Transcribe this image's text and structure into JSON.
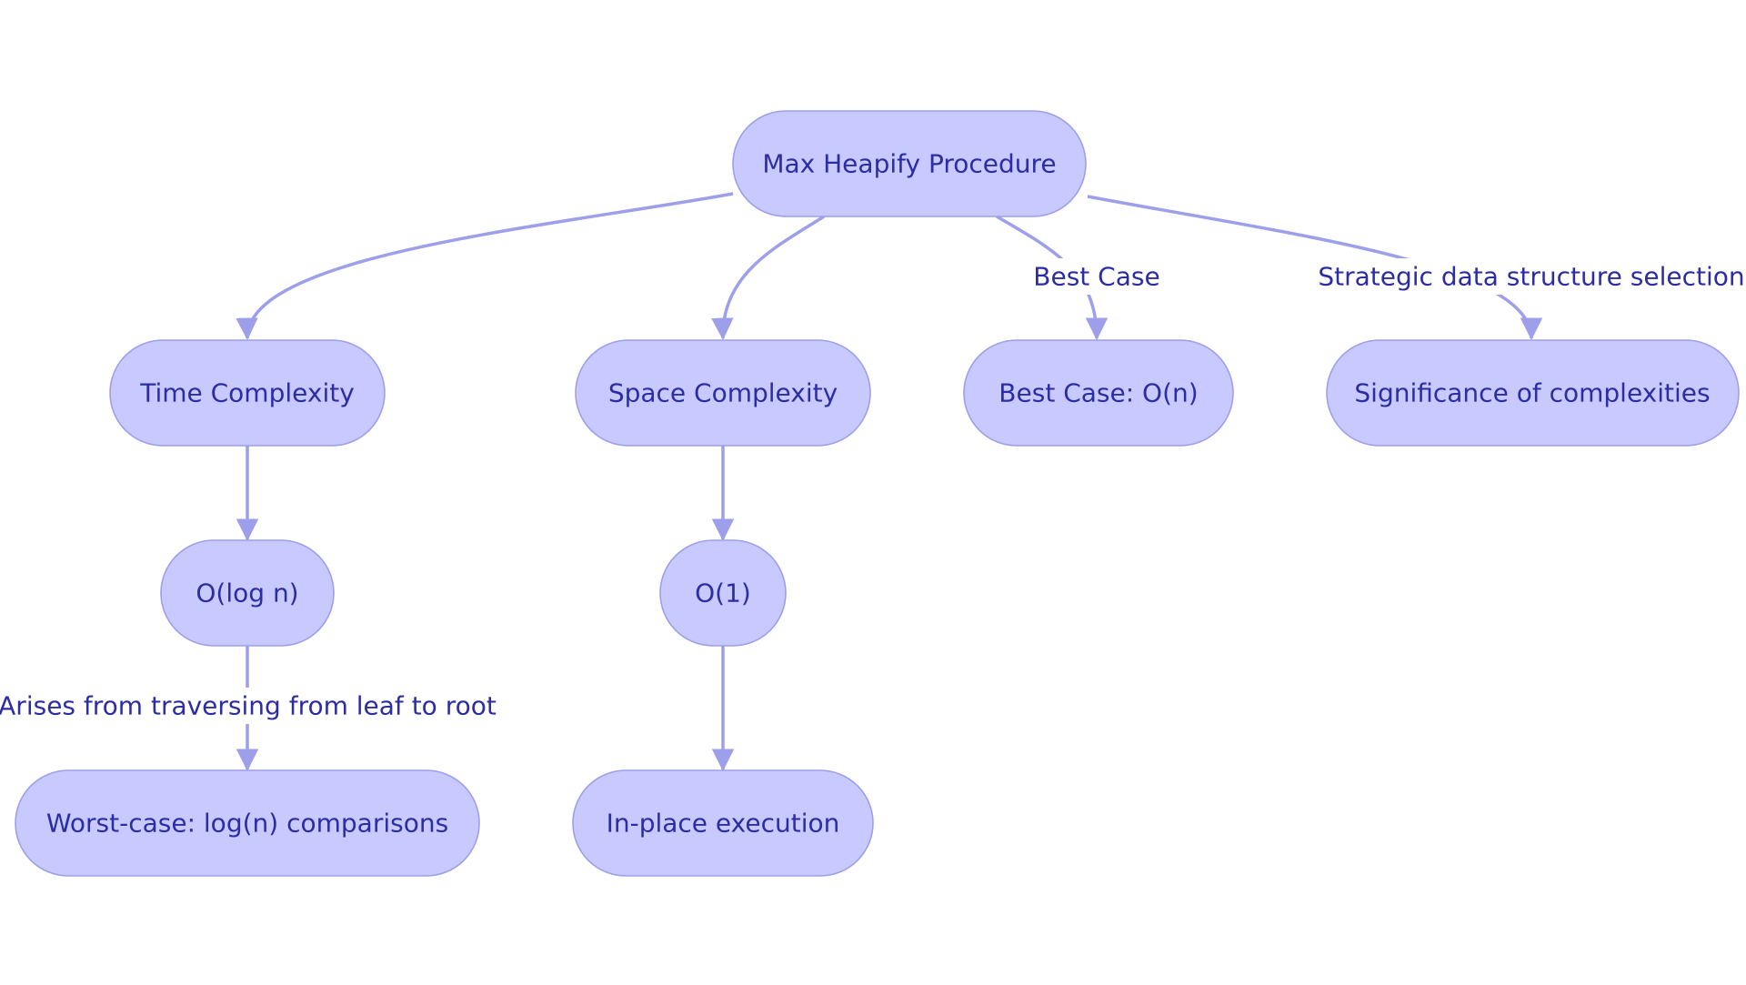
{
  "theme": {
    "node_fill": "#c8caff",
    "node_stroke": "#9d9feb",
    "edge_color": "#9d9feb",
    "text_color": "#2c2ca4",
    "background": "#ffffff"
  },
  "nodes": {
    "root": {
      "label": "Max Heapify Procedure"
    },
    "time": {
      "label": "Time Complexity"
    },
    "space": {
      "label": "Space Complexity"
    },
    "best": {
      "label": "Best Case: O(n)"
    },
    "significance": {
      "label": "Significance of complexities"
    },
    "ologn": {
      "label": "O(log n)"
    },
    "o1": {
      "label": "O(1)"
    },
    "worst": {
      "label": "Worst-case: log(n) comparisons"
    },
    "inplace": {
      "label": "In-place execution"
    }
  },
  "edges": [
    {
      "from": "root",
      "to": "time",
      "label": ""
    },
    {
      "from": "root",
      "to": "space",
      "label": ""
    },
    {
      "from": "root",
      "to": "best",
      "label": "Best Case"
    },
    {
      "from": "root",
      "to": "significance",
      "label": "Strategic data structure selection"
    },
    {
      "from": "time",
      "to": "ologn",
      "label": ""
    },
    {
      "from": "ologn",
      "to": "worst",
      "label": "Arises from traversing from leaf to root"
    },
    {
      "from": "space",
      "to": "o1",
      "label": ""
    },
    {
      "from": "o1",
      "to": "inplace",
      "label": ""
    }
  ]
}
